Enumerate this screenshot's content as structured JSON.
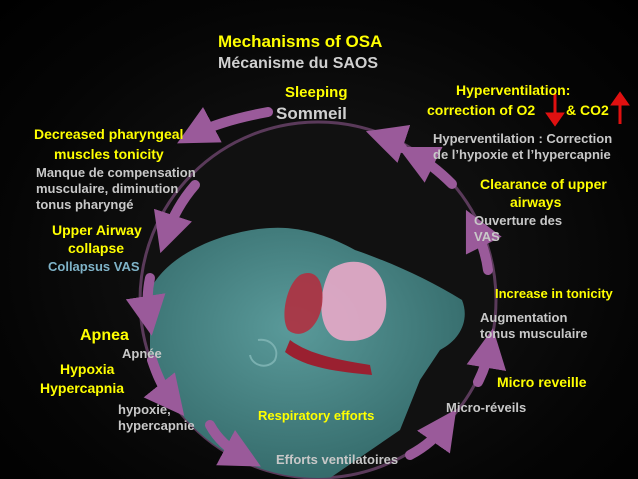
{
  "title": "Mechanisms of OSA",
  "title_fr": "Mécanisme du SAOS",
  "sleeping": "Sleeping",
  "sleeping_fr": "Sommeil",
  "hyperventilation_line1": "Hyperventilation:",
  "hyperventilation_line2": "correction of O2",
  "hyperventilation_co2": "& CO2",
  "hyperventilation_fr_line1": "Hyperventilation : Correction",
  "hyperventilation_fr_line2": "de l’hypoxie et l’hypercapnie",
  "clearance_line1": "Clearance of upper",
  "clearance_line2": "airways",
  "clearance_fr_line1": "Ouverture des",
  "clearance_fr_line2": "VAS",
  "tonicity": "Increase in tonicity",
  "tonicity_fr_line1": "Augmentation",
  "tonicity_fr_line2": "tonus musculaire",
  "micro": "Micro reveille",
  "micro_fr": "Micro-réveils",
  "resp": "Respiratory efforts",
  "resp_fr": "Efforts ventilatoires",
  "hypoxia_line1": "Hypoxia",
  "hypoxia_line2": "Hypercapnia",
  "hypoxia_fr_line1": "hypoxie,",
  "hypoxia_fr_line2": "hypercapnie",
  "apnea": "Apnea",
  "apnea_fr": "Apnée",
  "collapse_line1": "Upper Airway",
  "collapse_line2": "collapse",
  "collapse_fr": "Collapsus VAS",
  "decreased_line1": "Decreased pharyngeal",
  "decreased_line2": "muscles  tonicity",
  "decreased_fr_line1": "Manque de compensation",
  "decreased_fr_line2": "musculaire, diminution",
  "decreased_fr_line3": "tonus pharyngé",
  "colors": {
    "label": "#ffff00",
    "arrow": "#9a5a9a",
    "down_arrow": "#e01010",
    "up_arrow": "#e01010",
    "head": "#4e8c8c"
  }
}
